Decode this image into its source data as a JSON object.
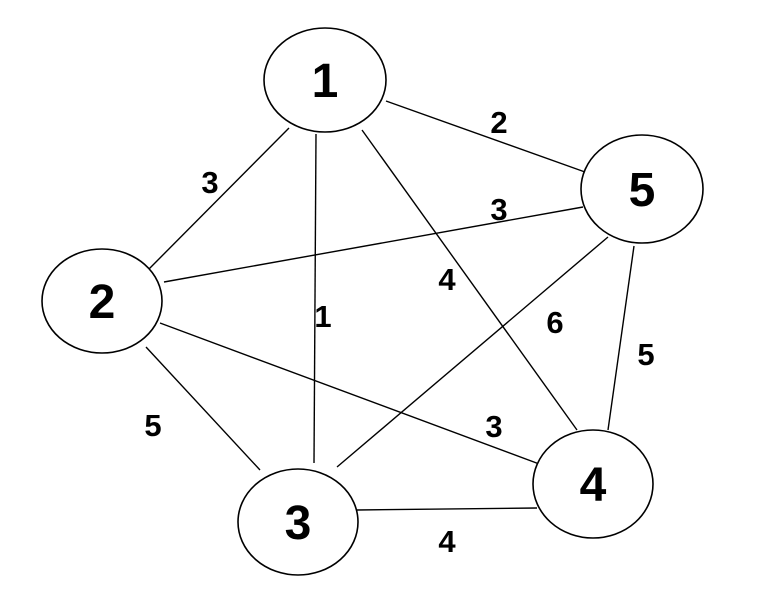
{
  "graph": {
    "nodes": [
      {
        "id": "1",
        "label": "1"
      },
      {
        "id": "2",
        "label": "2"
      },
      {
        "id": "3",
        "label": "3"
      },
      {
        "id": "4",
        "label": "4"
      },
      {
        "id": "5",
        "label": "5"
      }
    ],
    "edges": [
      {
        "from": "1",
        "to": "2",
        "weight": "3"
      },
      {
        "from": "1",
        "to": "3",
        "weight": "1"
      },
      {
        "from": "1",
        "to": "4",
        "weight": "4"
      },
      {
        "from": "1",
        "to": "5",
        "weight": "2"
      },
      {
        "from": "2",
        "to": "5",
        "weight": "3"
      },
      {
        "from": "2",
        "to": "4",
        "weight": "3"
      },
      {
        "from": "2",
        "to": "3",
        "weight": "5"
      },
      {
        "from": "3",
        "to": "5",
        "weight": "6"
      },
      {
        "from": "3",
        "to": "4",
        "weight": "4"
      },
      {
        "from": "4",
        "to": "5",
        "weight": "5"
      }
    ],
    "colors": {
      "stroke": "#000000",
      "background": "#ffffff"
    }
  }
}
